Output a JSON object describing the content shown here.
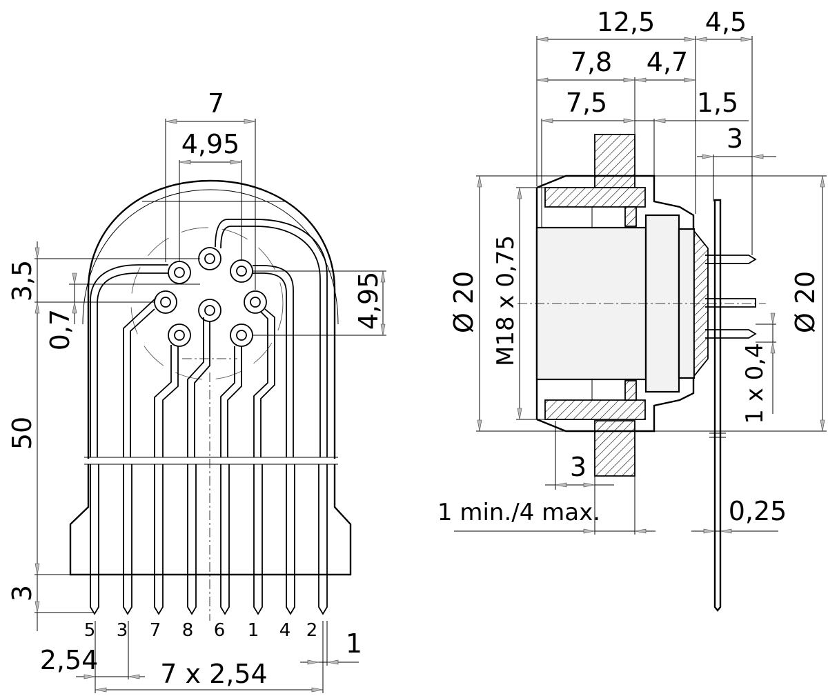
{
  "front_view": {
    "dims": {
      "d7": "7",
      "d495_top": "4,95",
      "d35": "3,5",
      "d07": "0,7",
      "d495_side": "4,95",
      "d50": "50",
      "d3": "3",
      "d254": "2,54",
      "d7x254": "7 x 2,54",
      "d1": "1"
    },
    "pin_labels": [
      "5",
      "3",
      "7",
      "8",
      "6",
      "1",
      "4",
      "2"
    ]
  },
  "side_view": {
    "dims": {
      "d125": "12,5",
      "d45": "4,5",
      "d78": "7,8",
      "d47": "4,7",
      "d75": "7,5",
      "d15": "1,5",
      "d3_top": "3",
      "dia20_left": "Ø 20",
      "thread": "M18 x 0,75",
      "dia20_right": "Ø 20",
      "pin_size": "1 x 0,4",
      "d3_bottom": "3",
      "panel": "1 min./4 max.",
      "d025": "0,25"
    }
  }
}
